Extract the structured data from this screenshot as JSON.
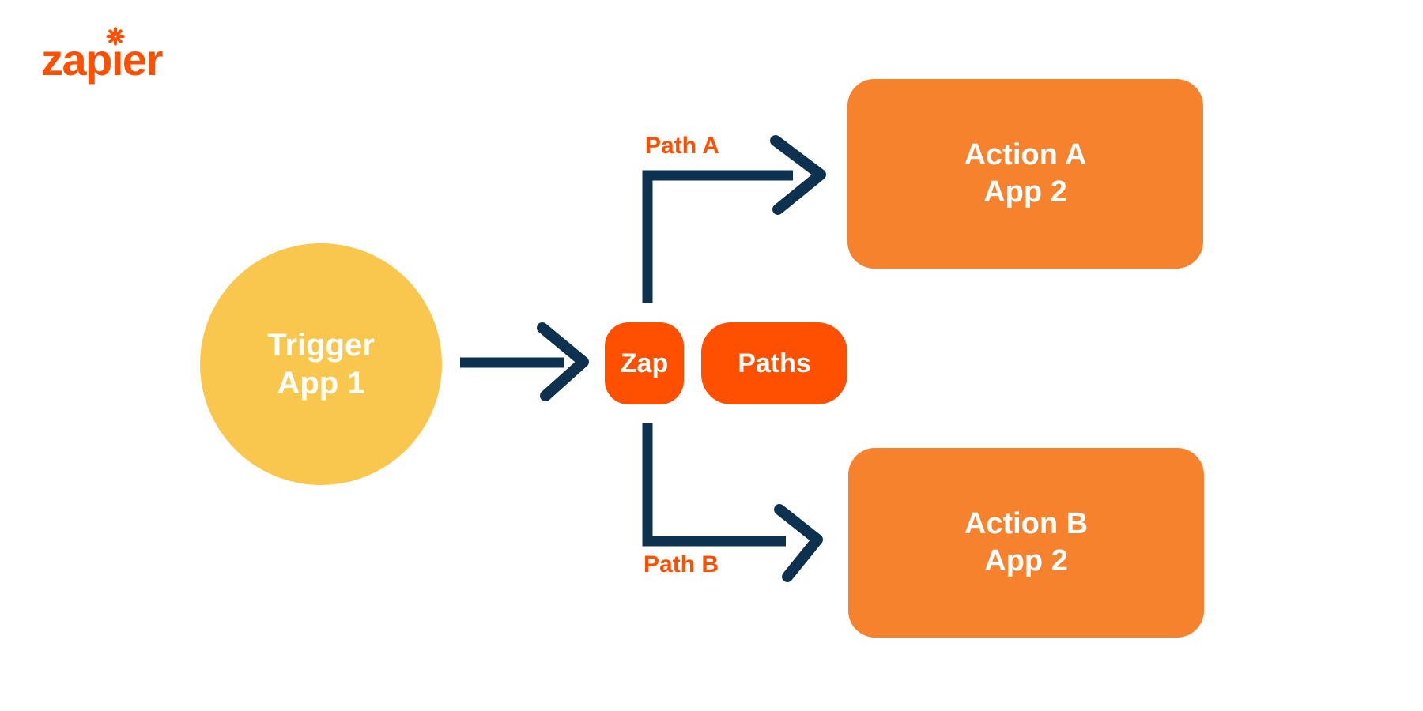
{
  "logo": {
    "brand": "zapier",
    "part1": "zap",
    "part2": "ı",
    "part3": "er"
  },
  "nodes": {
    "trigger": {
      "line1": "Trigger",
      "line2": "App 1"
    },
    "zap": {
      "label": "Zap"
    },
    "paths": {
      "label": "Paths"
    },
    "action_a": {
      "line1": "Action A",
      "line2": "App 2"
    },
    "action_b": {
      "line1": "Action B",
      "line2": "App 2"
    }
  },
  "labels": {
    "path_a": "Path A",
    "path_b": "Path B"
  },
  "colors": {
    "brand-orange": "#FF4F00",
    "action-orange": "#F6822E",
    "trigger-yellow": "#FAC74E",
    "arrow-navy": "#0D314F",
    "text-white": "#FFFFFF"
  }
}
